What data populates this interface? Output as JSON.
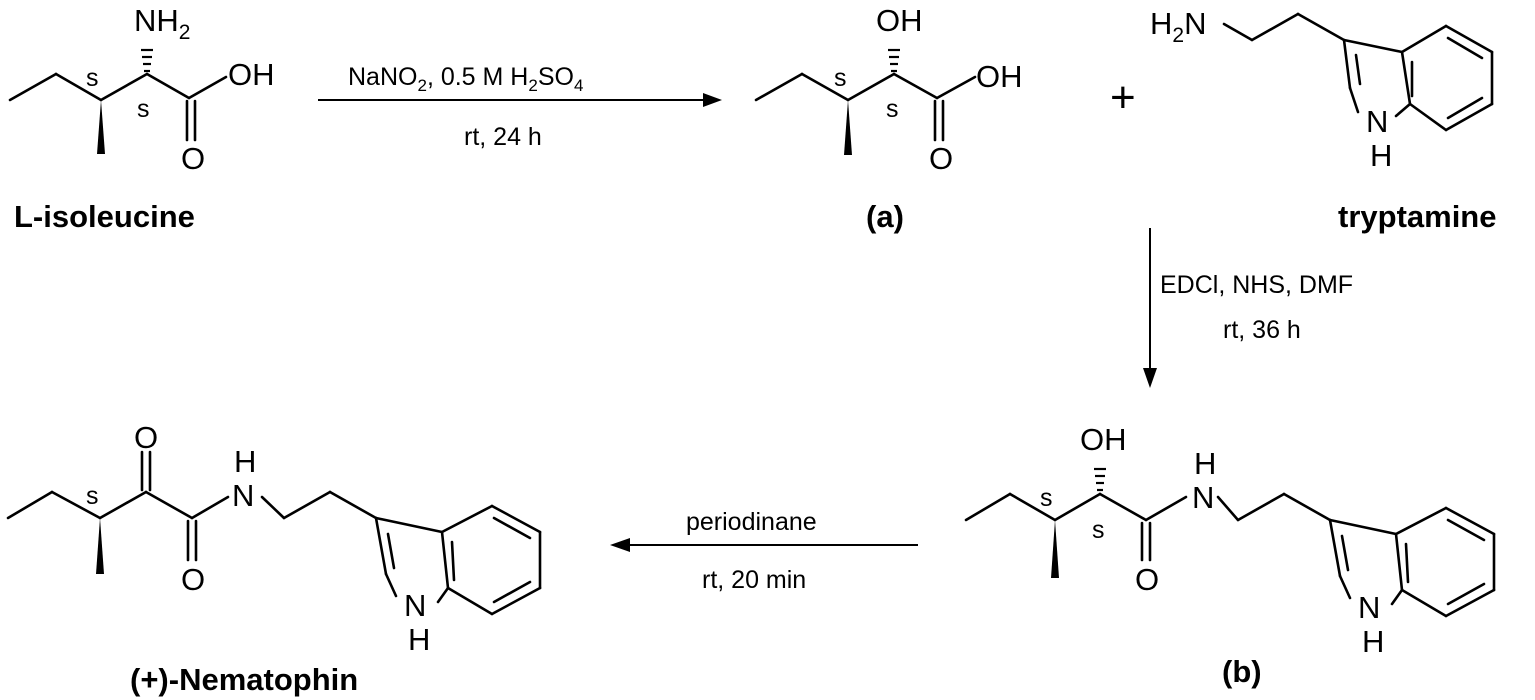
{
  "compounds": {
    "isoleucine": {
      "name": "L-isoleucine",
      "nh2": {
        "main": "NH",
        "sub": "2"
      },
      "oh": "OH",
      "o": "O",
      "stereo_a": "s",
      "stereo_b": "s"
    },
    "a": {
      "name": "(a)",
      "oh_top": "OH",
      "oh_acid": "OH",
      "o": "O",
      "stereo_a": "s",
      "stereo_b": "s"
    },
    "tryptamine": {
      "name": "tryptamine",
      "h2n": {
        "h": "H",
        "sub": "2",
        "n": "N"
      },
      "n": "N",
      "h": "H"
    },
    "b": {
      "name": "(b)",
      "oh": "OH",
      "nh_h": "H",
      "nh_n": "N",
      "o": "O",
      "indole_n": "N",
      "indole_h": "H",
      "stereo_a": "s",
      "stereo_b": "s"
    },
    "nematophin": {
      "name": "(+)-Nematophin",
      "o_keto": "O",
      "o_amide": "O",
      "nh_h": "H",
      "nh_n": "N",
      "indole_n": "N",
      "indole_h": "H",
      "stereo": "s"
    }
  },
  "plus_sign": "+",
  "reactions": {
    "step1": {
      "reagents": {
        "a": "NaNO",
        "a_sub": "2",
        "b": ", 0.5 M H",
        "b_sub": "2",
        "c": "SO",
        "c_sub": "4"
      },
      "conditions": "rt, 24 h"
    },
    "step2": {
      "reagents": "EDCl, NHS, DMF",
      "conditions": "rt, 36 h"
    },
    "step3": {
      "reagents": "periodinane",
      "conditions": "rt, 20 min"
    }
  }
}
